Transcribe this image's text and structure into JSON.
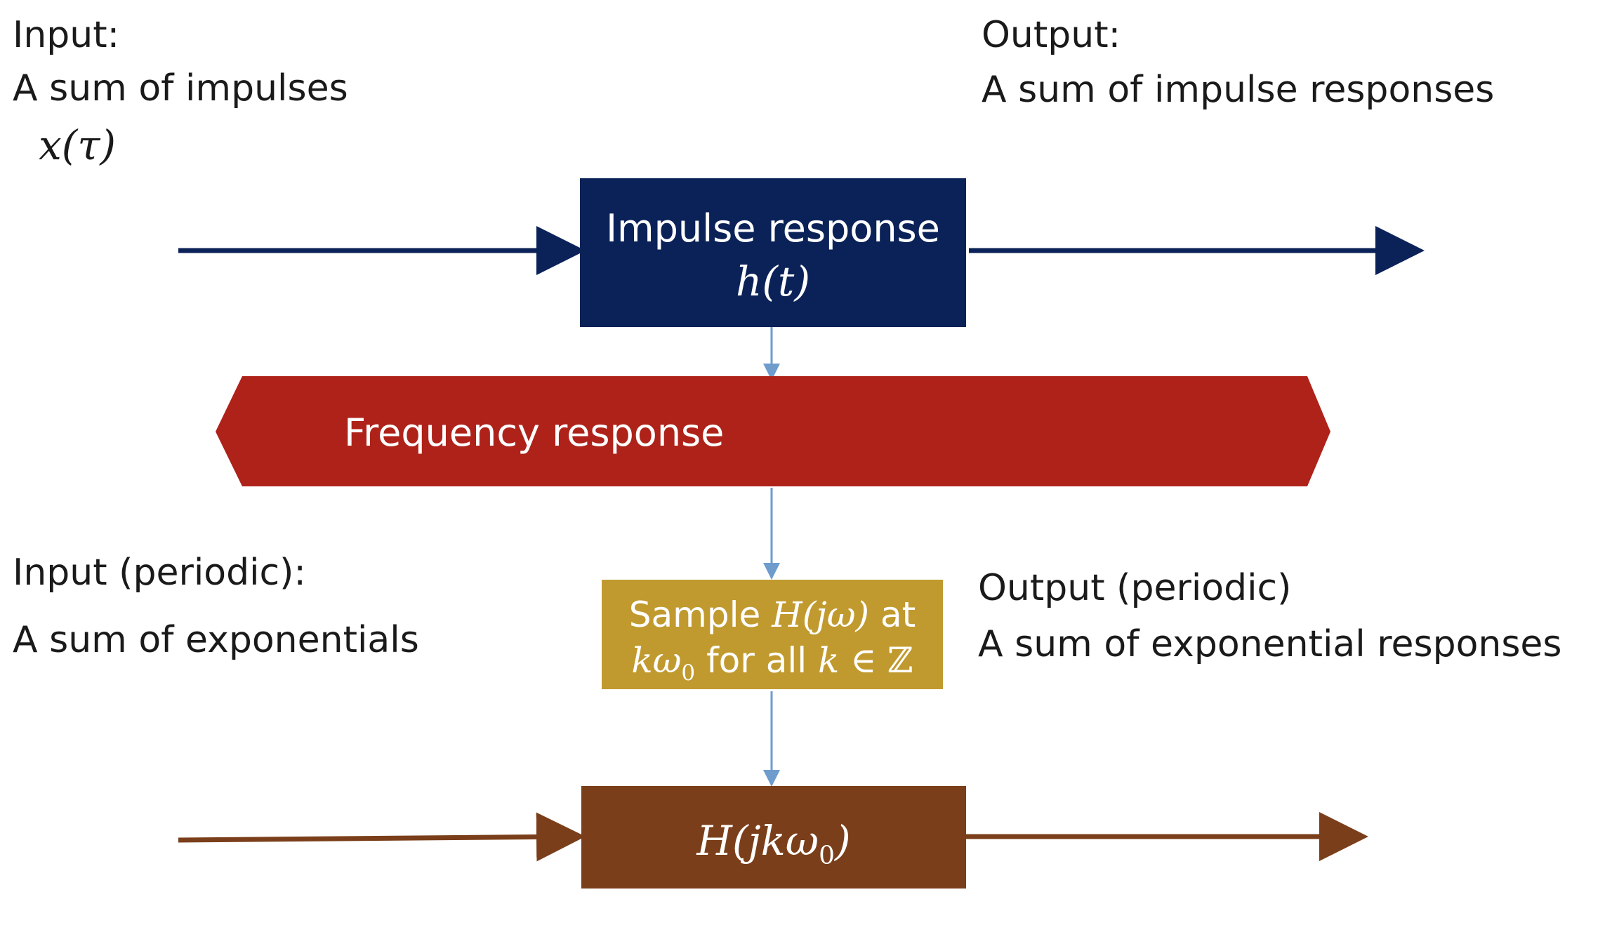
{
  "top": {
    "input_title": "Input:",
    "input_subtitle": "A sum of impulses",
    "output_title": "Output:",
    "output_subtitle": "A sum of impulse responses",
    "impulse_box_label": "Impulse response",
    "impulse_box_math": "h(t)"
  },
  "middle": {
    "frequency_label": "Frequency response"
  },
  "bottom": {
    "input_title": "Input (periodic):",
    "input_subtitle": "A sum of exponentials",
    "output_title": "Output (periodic)",
    "output_subtitle": "A sum of exponential responses",
    "sample_line1_pre": "Sample",
    "sample_line1_post": "at",
    "sample_line2_mid": "for all"
  },
  "colors": {
    "navy": "#0b2258",
    "red": "#ae2219",
    "gold": "#c19a2f",
    "brown": "#7a3f1a",
    "connector": "#6e9ccd"
  }
}
